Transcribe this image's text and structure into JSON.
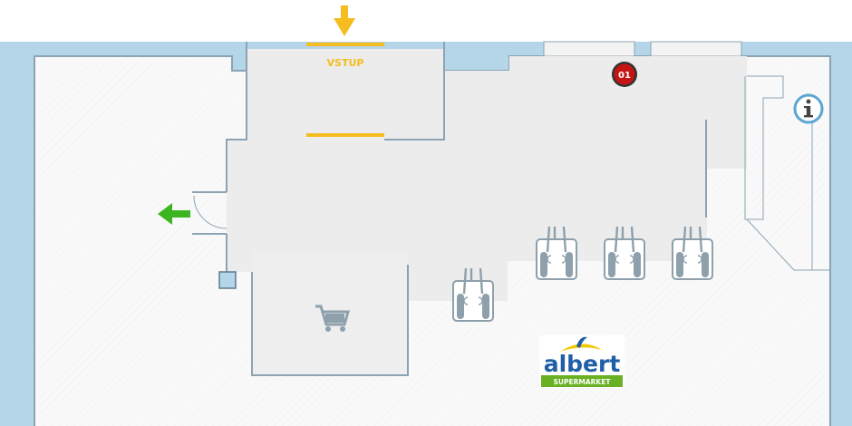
{
  "entrance": {
    "label": "VSTUP"
  },
  "map": {
    "colors": {
      "outer_wall": "#b5d5e8",
      "wall_line": "#8ca3b3",
      "floor": "#f9f9f9",
      "corridor": "#ececec",
      "entrance_yellow": "#f5bd1f",
      "exit_green": "#3cb521",
      "marker_red": "#c61414",
      "info_blue": "#5ba6d2",
      "icon_gray": "#8ea0ab"
    }
  },
  "markers": {
    "store_number": {
      "label": "01"
    },
    "info": {
      "icon": "info-icon"
    }
  },
  "logo": {
    "brand": "albert",
    "tagline": "SUPERMARKET",
    "colors": {
      "text": "#1f5fa8",
      "green": "#6ab023",
      "yellow": "#f2c900"
    }
  },
  "icons": {
    "cart": "shopping-cart-icon",
    "entrance_arrow": "arrow-down-icon",
    "exit_arrow": "arrow-left-icon",
    "checkout": "checkout-counter-icon"
  }
}
